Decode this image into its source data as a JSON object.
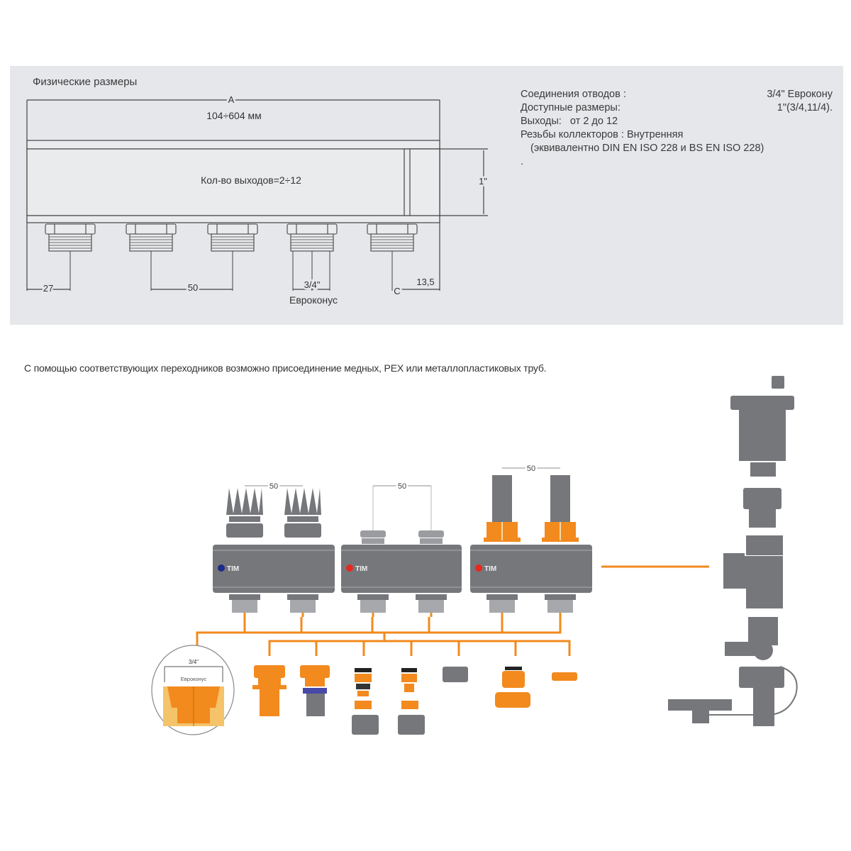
{
  "top_section": {
    "title": "Физические размеры",
    "dim_a_label": "A",
    "dim_a_value": "104÷604 мм",
    "body_label": "Кол-во выходов=2÷12",
    "dim_height": "1\"",
    "dim_left_offset": "27",
    "dim_pitch": "50",
    "dim_outlet": "3/4\"",
    "outlet_type": "Евроконус",
    "dim_c_label": "C",
    "dim_c_value": "13,5"
  },
  "specs": [
    {
      "label": "Соединения отводов :",
      "value": "3/4\" Еврокону"
    },
    {
      "label": "Доступные размеры:",
      "value": "1\"(3/4,11/4)."
    },
    {
      "label": "Выходы:   от 2 до 12",
      "value": ""
    },
    {
      "label": "Резьбы коллекторов : Внутренняя",
      "value": ""
    },
    {
      "label": "(эквивалентно DIN EN ISO 228 и BS EN ISO 228)",
      "value": ""
    },
    {
      "label": ".",
      "value": ""
    }
  ],
  "caption": "С помощью соответствующих переходников возможно присоединение медных, PEX или металлопластиковых труб.",
  "manifolds": [
    {
      "brand": "TIM",
      "dot_color": "#1c2a8c",
      "pitch": "50",
      "top": "thermostatic-heads"
    },
    {
      "brand": "TIM",
      "dot_color": "#e8281f",
      "pitch": "50",
      "top": "valve-caps"
    },
    {
      "brand": "TIM",
      "dot_color": "#e8281f",
      "pitch": "50",
      "top": "flow-meters"
    }
  ],
  "detail_circle": {
    "size": "3/4\"",
    "label": "Евроконус"
  },
  "colors": {
    "orange": "#f28a1e",
    "gray": "#75777b",
    "panel": "#e5e7ea"
  }
}
